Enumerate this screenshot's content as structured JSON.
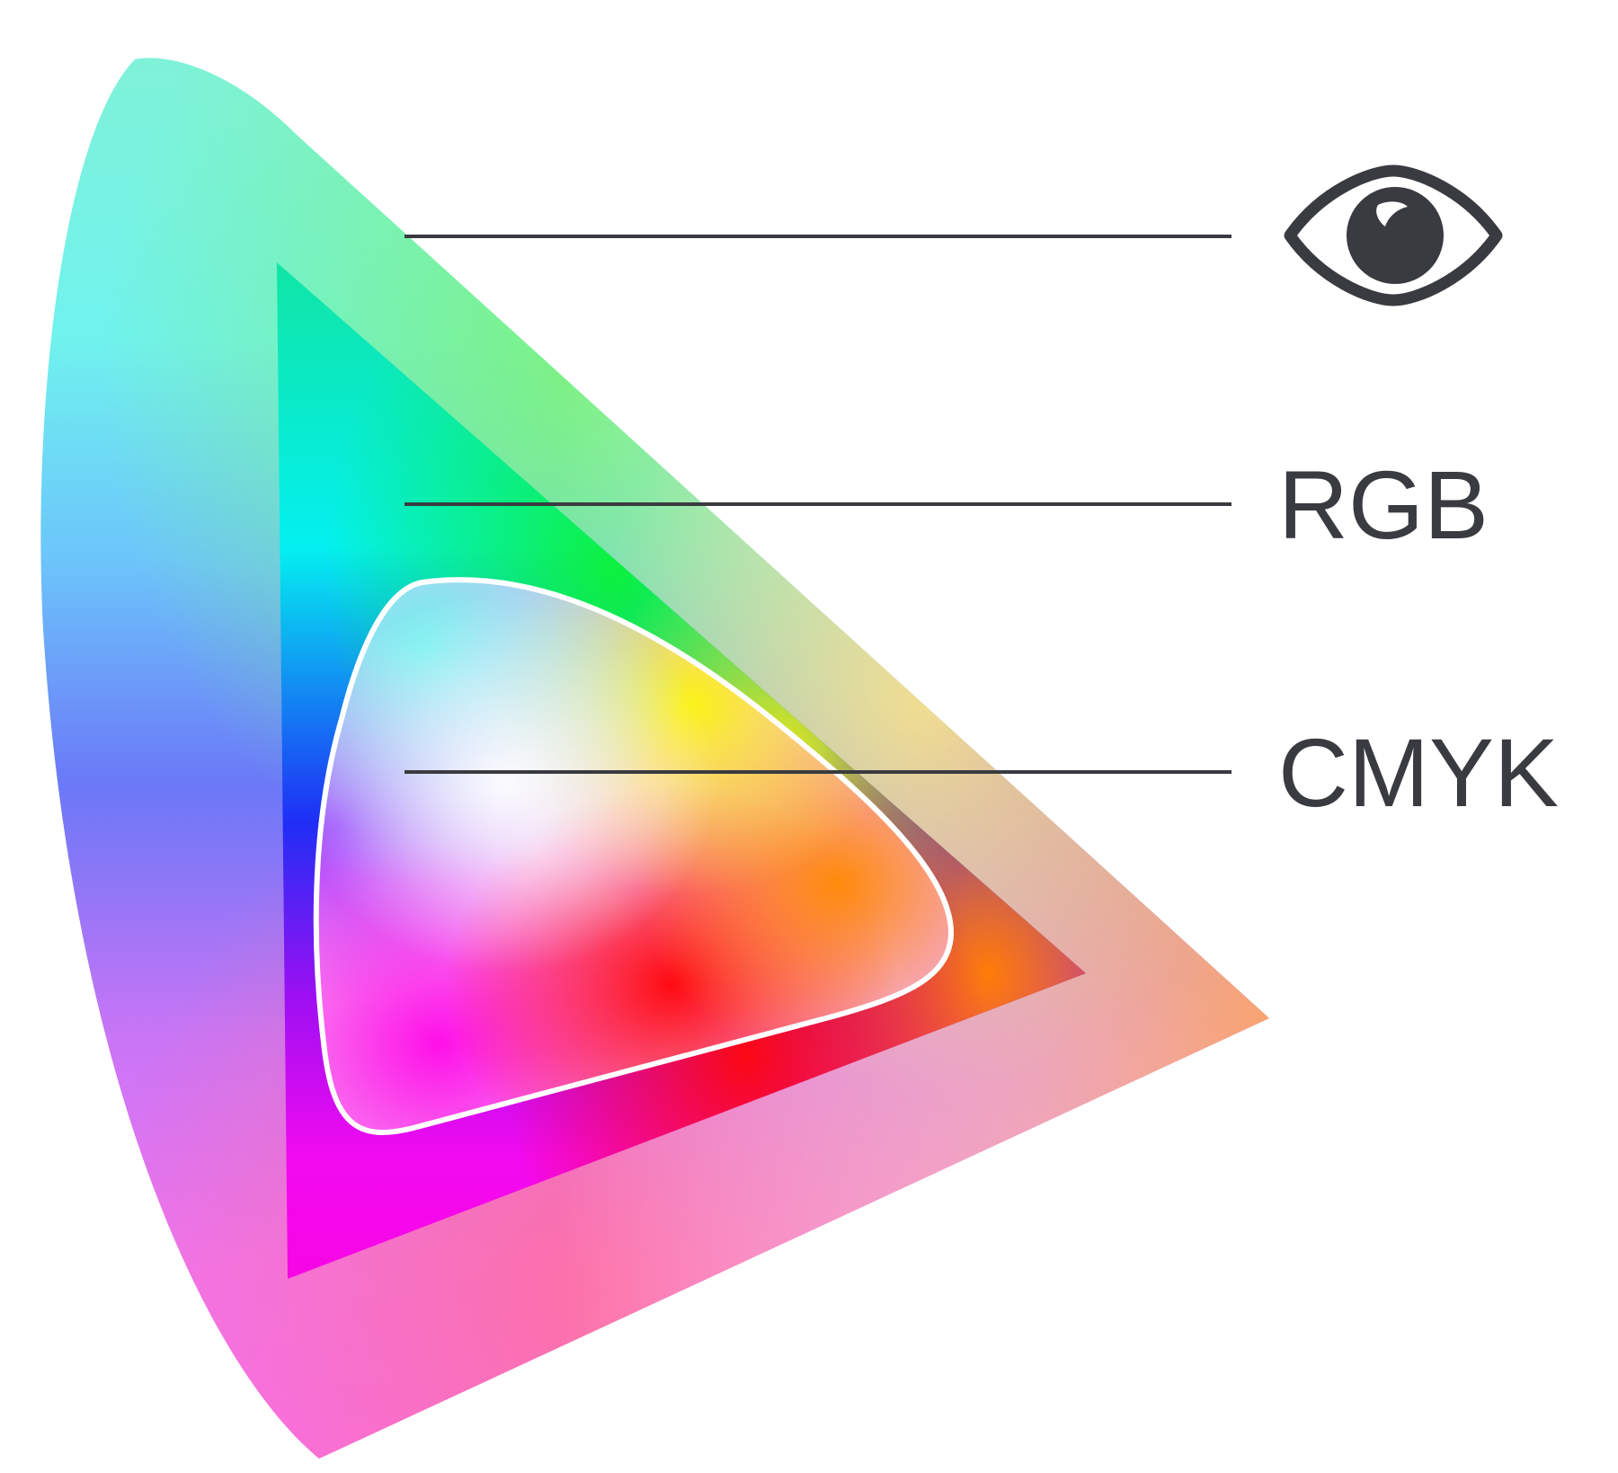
{
  "diagram": {
    "levels": [
      {
        "key": "human-vision",
        "label": "",
        "icon": "eye-icon"
      },
      {
        "key": "rgb",
        "label": "RGB"
      },
      {
        "key": "cmyk",
        "label": "CMYK"
      }
    ],
    "colors": {
      "leader_line": "#3a3b40",
      "label_text": "#3a3b40",
      "cmyk_outline": "#ffffff",
      "background": "#ffffff"
    }
  }
}
